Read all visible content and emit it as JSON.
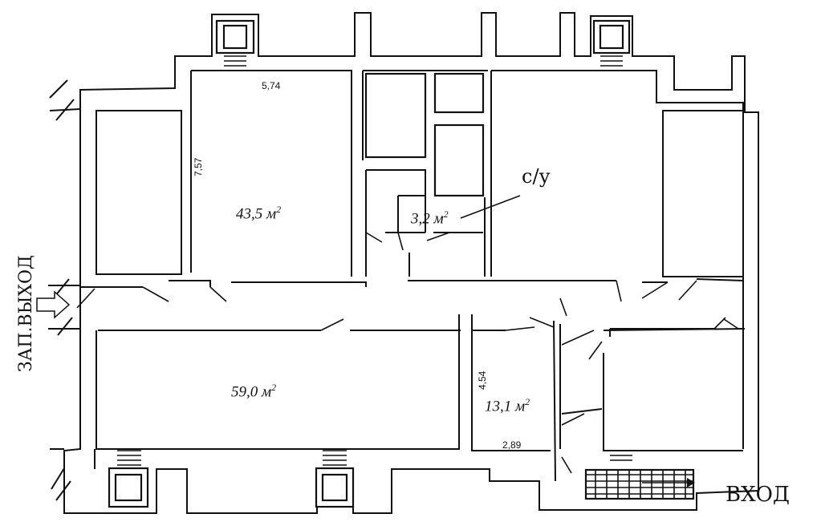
{
  "rooms": {
    "room_top_left": {
      "area": "43,5 м",
      "sup": "2",
      "dim_width": "5,74",
      "dim_height": "7,57"
    },
    "room_wc": {
      "area": "3,2 м",
      "sup": "2"
    },
    "room_main_hall": {
      "area": "59,0 м",
      "sup": "2"
    },
    "room_small": {
      "area": "13,1 м",
      "sup": "2",
      "dim_height": "4,54",
      "dim_width": "2,89"
    }
  },
  "labels": {
    "wc": "с/у",
    "emergency_exit": "ЗАП.ВЫХОД",
    "entrance": "ВХОД"
  }
}
